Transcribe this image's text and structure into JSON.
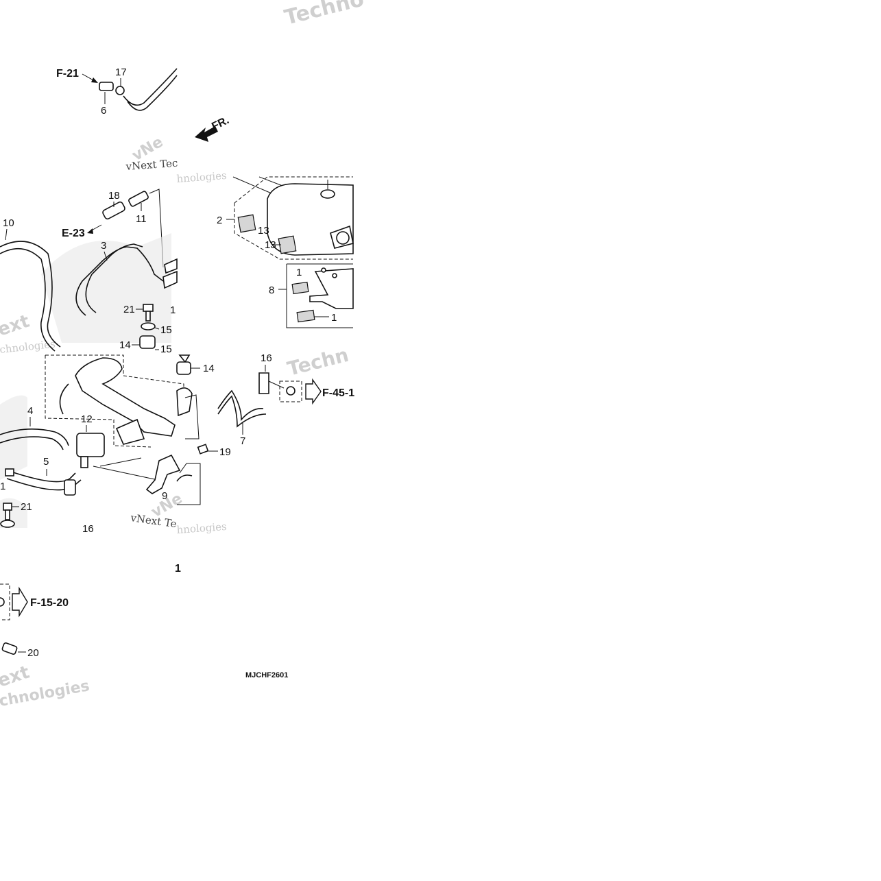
{
  "diagram": {
    "code": "MJCHF2601",
    "stray_number": "1",
    "references": {
      "f21": "F-21",
      "e23": "E-23",
      "f45": "F-45-1",
      "f15": "F-15-20",
      "fr": "FR."
    },
    "callouts": {
      "c17": "17",
      "c6": "6",
      "c10": "10",
      "c18": "18",
      "c11a": "11",
      "c3": "3",
      "c21a": "21",
      "c15a": "15",
      "c14a": "14",
      "c15b": "15",
      "c1a": "1",
      "c2": "2",
      "c13a": "13",
      "c13b": "13",
      "c8": "8",
      "c1b": "1",
      "c1c": "1",
      "c14b": "14",
      "c16": "16",
      "c4": "4",
      "c12": "12",
      "c5": "5",
      "c11b": "1",
      "c7": "7",
      "c19": "19",
      "c9": "9",
      "c21b": "21",
      "c20": "20",
      "c16top": "16"
    },
    "watermarks": {
      "w1": "Techno",
      "w2": "vNext Tec",
      "w3": "hnologies",
      "w4": "ext",
      "w5": "chnologies",
      "w6": "Techn",
      "w7": "vNe",
      "w8": "vNext Te",
      "w9": "hnologies",
      "w10": "vNe",
      "w11": "ext",
      "w12": "chnologies"
    }
  }
}
